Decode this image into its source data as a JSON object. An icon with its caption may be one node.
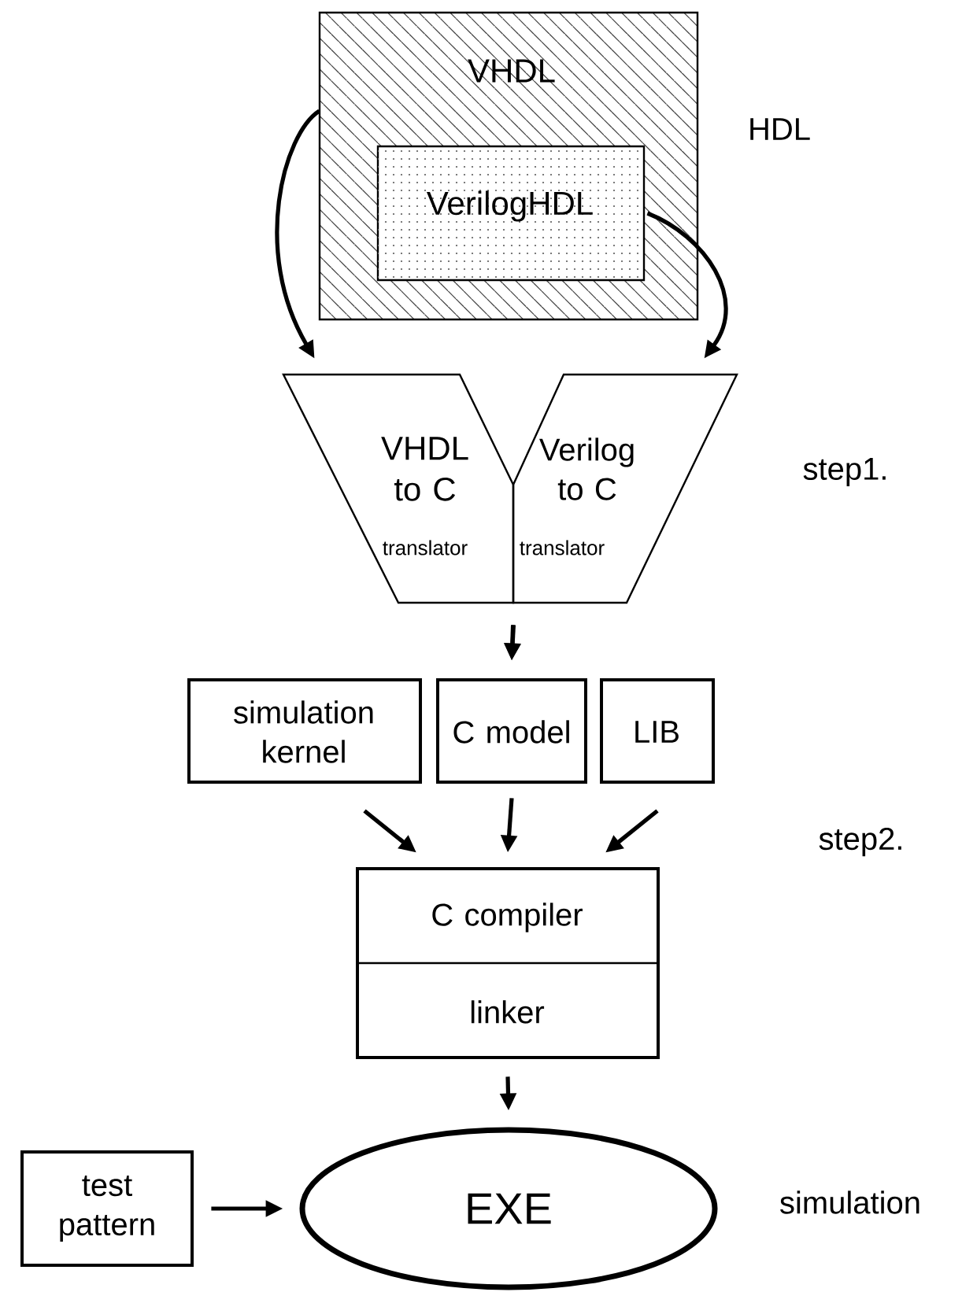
{
  "diagram": {
    "nodes": [
      {
        "text": [
          "VHDL"
        ]
      },
      {
        "text": [
          "VerilogHDL"
        ],
        "in": 0
      },
      {
        "text": [
          "VHDL to C",
          "translator"
        ]
      },
      {
        "text": [
          "Verilog to C",
          "translator"
        ]
      },
      {
        "text": [
          "simulation kernel"
        ]
      },
      {
        "text": [
          "C model"
        ]
      },
      {
        "text": [
          "LIB"
        ]
      },
      {
        "text": [
          "C compiler",
          "linker"
        ]
      },
      {
        "text": [
          "EXE"
        ]
      },
      {
        "text": [
          "test pattern"
        ]
      }
    ],
    "edges": [
      {
        "from": 0,
        "to": 2,
        "arrow": "to"
      },
      {
        "from": 1,
        "to": 3,
        "arrow": "to"
      },
      {
        "from": 2,
        "to": 5,
        "arrow": "to"
      },
      {
        "from": 3,
        "to": 5,
        "arrow": "to"
      },
      {
        "from": 4,
        "to": 7,
        "arrow": "to"
      },
      {
        "from": 5,
        "to": 7,
        "arrow": "to"
      },
      {
        "from": 6,
        "to": 7,
        "arrow": "to"
      },
      {
        "from": 7,
        "to": 8,
        "arrow": "to"
      },
      {
        "from": 9,
        "to": 8,
        "arrow": "to"
      }
    ],
    "labels": [
      "HDL",
      "step1.",
      "step2.",
      "simulation"
    ]
  }
}
